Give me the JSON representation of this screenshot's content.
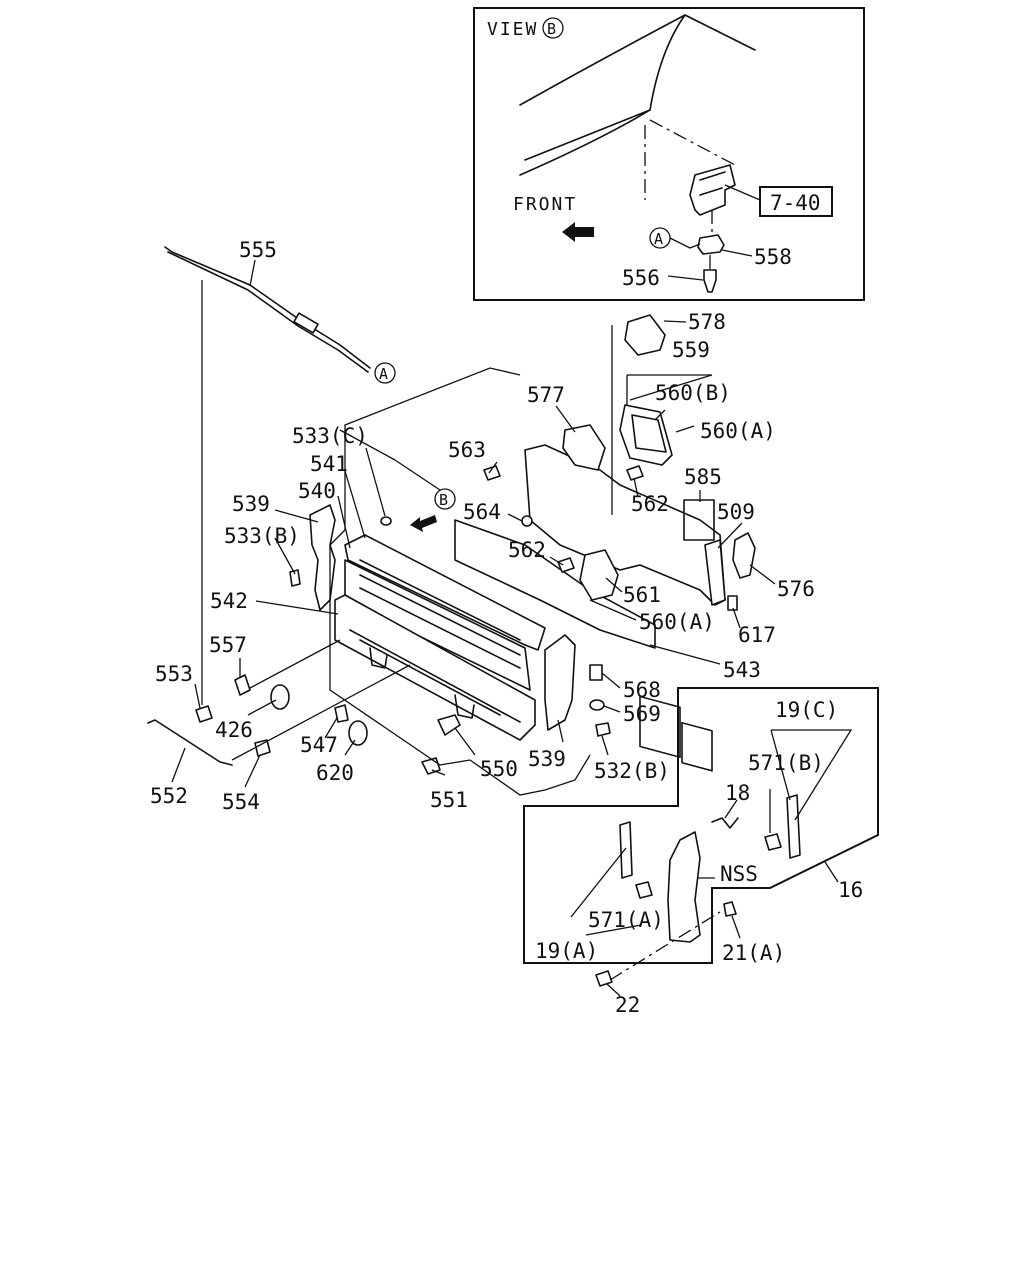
{
  "view_box": {
    "title": "VIEW",
    "marker": "B",
    "front_label": "FRONT",
    "ref_box": "7-40",
    "callout_a": "A"
  },
  "callouts": {
    "a_main": "A",
    "b_main": "B"
  },
  "labels": {
    "p555": "555",
    "p578": "578",
    "p559": "559",
    "p560b": "560(B)",
    "p560a_top": "560(A)",
    "p577": "577",
    "p533c": "533(C)",
    "p563": "563",
    "p585": "585",
    "p541": "541",
    "p562_top": "562",
    "p540": "540",
    "p539_left": "539",
    "p509": "509",
    "p564": "564",
    "p533b": "533(B)",
    "p562_mid": "562",
    "p576": "576",
    "p561": "561",
    "p542": "542",
    "p560a_bot": "560(A)",
    "p617": "617",
    "p557": "557",
    "p543": "543",
    "p553": "553",
    "p568": "568",
    "p569": "569",
    "p426": "426",
    "p19c": "19(C)",
    "p547": "547",
    "p539_right": "539",
    "p571b": "571(B)",
    "p620": "620",
    "p550": "550",
    "p532b": "532(B)",
    "p552": "552",
    "p554": "554",
    "p551": "551",
    "p18": "18",
    "pnss": "NSS",
    "p16": "16",
    "p571a": "571(A)",
    "p19a": "19(A)",
    "p21a": "21(A)",
    "p22": "22",
    "p558": "558",
    "p556": "556"
  }
}
